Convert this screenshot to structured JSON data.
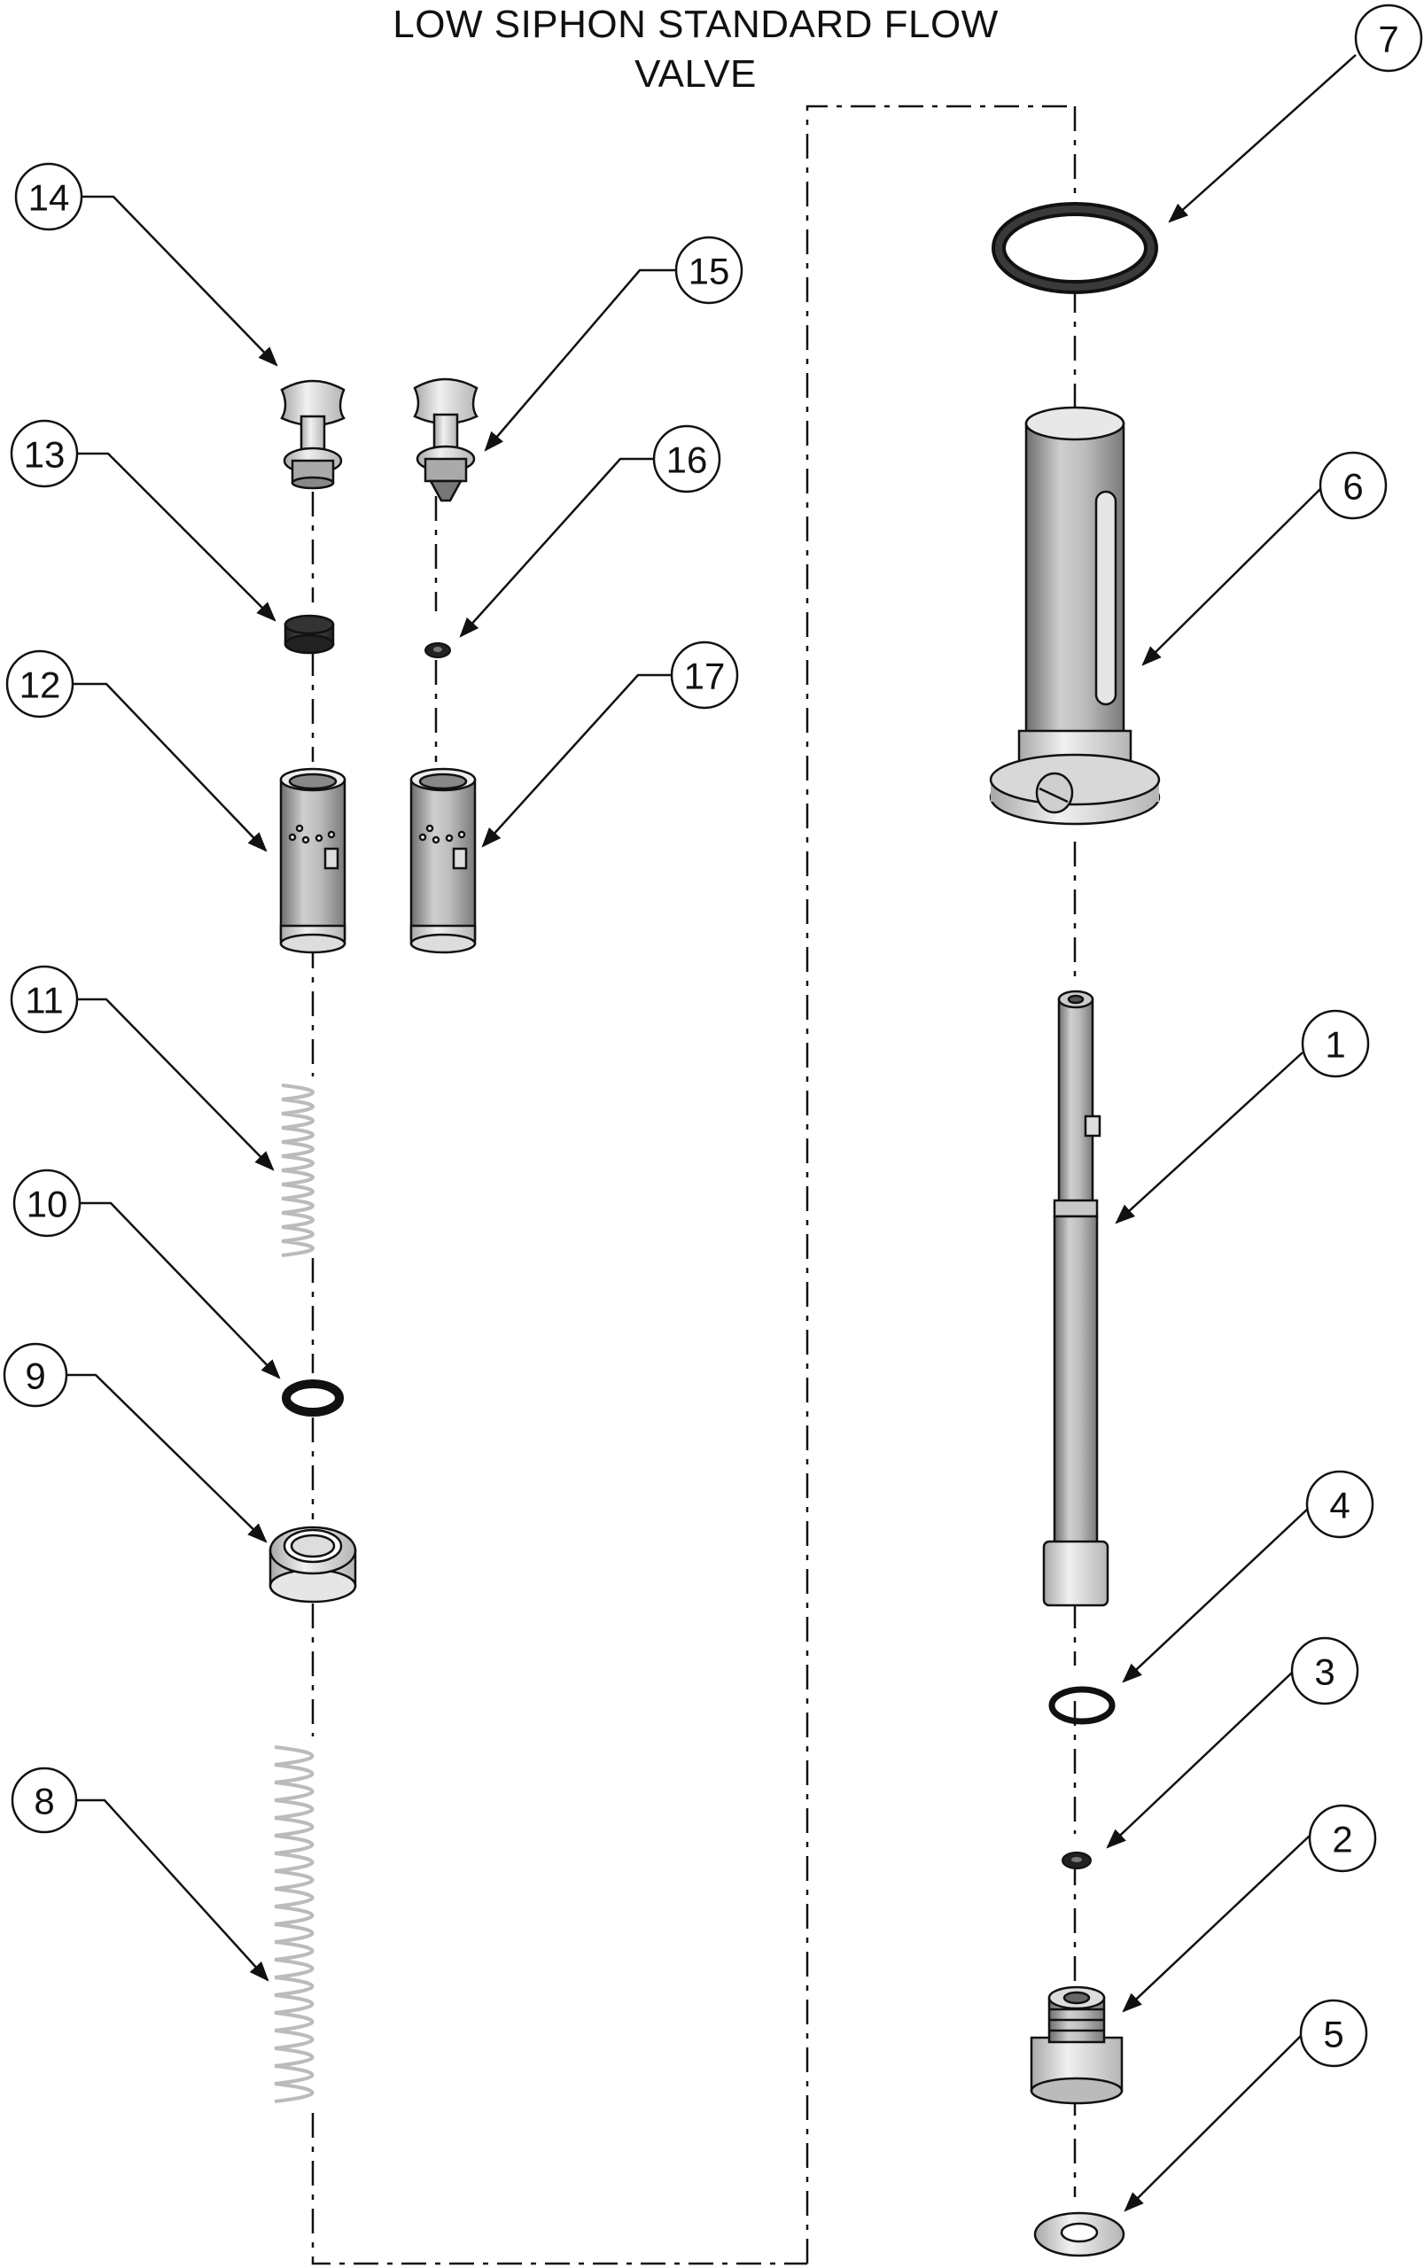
{
  "title": {
    "line1": "LOW SIPHON STANDARD FLOW",
    "line2": "VALVE"
  },
  "callouts": {
    "c1": "1",
    "c2": "2",
    "c3": "3",
    "c4": "4",
    "c5": "5",
    "c6": "6",
    "c7": "7",
    "c8": "8",
    "c9": "9",
    "c10": "10",
    "c11": "11",
    "c12": "12",
    "c13": "13",
    "c14": "14",
    "c15": "15",
    "c16": "16",
    "c17": "17"
  },
  "colors": {
    "line": "#111111",
    "metal_light": "#d9d9d9",
    "metal_mid": "#a6a6a6",
    "metal_dark": "#6e6e6e",
    "rubber": "#2b2b2b"
  }
}
